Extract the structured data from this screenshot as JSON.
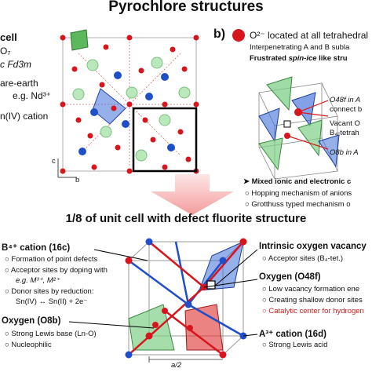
{
  "figure": {
    "title": "Pyrochlore structures",
    "left_panel": {
      "lines": [
        "cell",
        "O₇",
        "c Fd3m",
        "are-earth",
        "e.g. Nd³⁺",
        "n(IV) cation"
      ],
      "axis_c": "c",
      "axis_b": "b"
    },
    "panel_b": {
      "label": "b)",
      "line1": "O²⁻ located at all tetrahedral",
      "line2": "Interpenetrating A and B subla",
      "line3_a": "Frustrated ",
      "line3_b": "spin-ice",
      "line3_c": " like stru",
      "labels": [
        "O48f in A",
        "connect b",
        "Vacant O",
        "B₄-tetrah",
        "O8b in A"
      ],
      "bullets": [
        "Mixed ionic and electronic c",
        "Hopping mechanism of anions",
        "Grotthuss typed mechanism o"
      ]
    },
    "subtitle": "1/8 of unit cell with defect fluorite structure",
    "b_cation": {
      "title": "B⁴⁺ cation (16c)",
      "items": [
        "Formation of point defects",
        "Acceptor sites by doping with",
        "e.g. M³⁺, M²⁺",
        "Donor sites by reduction:",
        "Sn(IV) ↔ Sn(II) + 2e⁻"
      ]
    },
    "oxygen_8b": {
      "title": "Oxygen (O8b)",
      "items": [
        "Strong Lewis base (Ln-O)",
        "Nucleophilic"
      ]
    },
    "intrinsic": {
      "title": "Intrinsic oxygen vacancy",
      "items": [
        "Acceptor sites (B₄-tet.)"
      ]
    },
    "oxygen_48f": {
      "title": "Oxygen (O48f)",
      "items": [
        "Low vacancy formation ene",
        "Creating shallow donor sites",
        "Catalytic center for hydrogen"
      ]
    },
    "a_cation": {
      "title": "A³⁺ cation (16d)",
      "items": [
        "Strong Lewis acid"
      ]
    },
    "a_half": "a/2",
    "colors": {
      "oxygen": "#d8141c",
      "b_cation": "#1f4fc8",
      "a_cation": "#9ddba0",
      "arrow": "#f4b0b0",
      "red_text": "#d31b1b"
    }
  }
}
